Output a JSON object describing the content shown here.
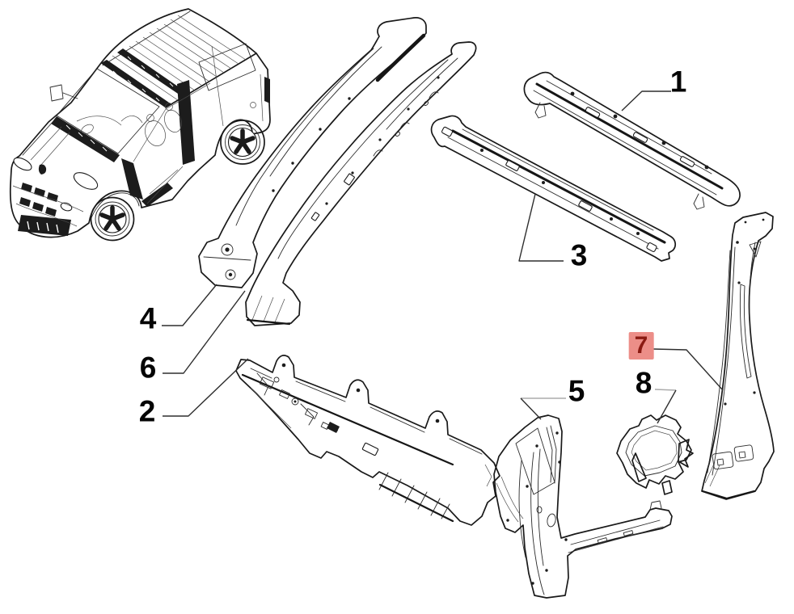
{
  "diagram": {
    "type": "exploded-parts-diagram",
    "description": "van body structural panels exploded view with numbered callouts",
    "background_color": "#ffffff",
    "line_color": "#191919",
    "highlight": {
      "background": "#ec8e88",
      "text": "#8a1a12"
    },
    "callouts": [
      {
        "num": "1",
        "highlighted": false
      },
      {
        "num": "2",
        "highlighted": false
      },
      {
        "num": "3",
        "highlighted": false
      },
      {
        "num": "4",
        "highlighted": false
      },
      {
        "num": "5",
        "highlighted": false
      },
      {
        "num": "6",
        "highlighted": false
      },
      {
        "num": "7",
        "highlighted": true
      },
      {
        "num": "8",
        "highlighted": false
      }
    ]
  }
}
